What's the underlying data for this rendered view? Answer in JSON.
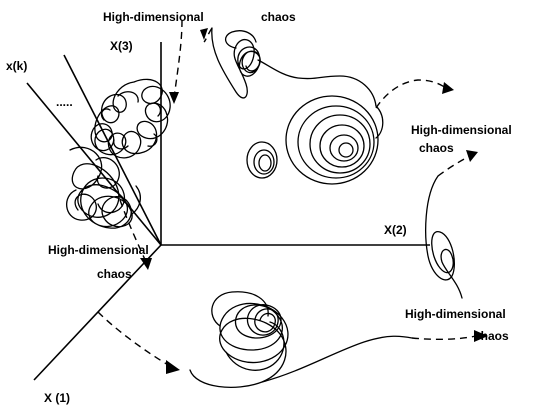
{
  "axes": {
    "x1_label": "X (1)",
    "x2_label": "X(2)",
    "x3_label": "X(3)",
    "xk_label": "x(k)",
    "ellipsis": "....."
  },
  "regions": {
    "top_title_line1": "High-dimensional",
    "top_title_line2": "chaos",
    "right_title_line1": "High-dimensional",
    "right_title_line2": "chaos",
    "center_title_line1": "High-dimensional",
    "center_title_line2": "chaos",
    "bottom_title_line1": "High-dimensional",
    "bottom_title_line2": "chaos"
  }
}
